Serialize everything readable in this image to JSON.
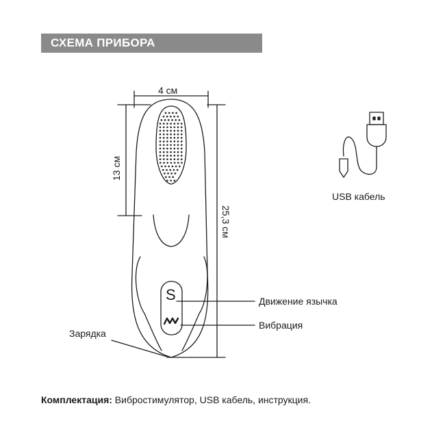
{
  "header": {
    "title": "СХЕМА ПРИБОРА"
  },
  "dimensions": {
    "width": "4 см",
    "head_length": "13 см",
    "total_length": "25,3 см"
  },
  "device": {
    "button_top_symbol": "S"
  },
  "callouts": {
    "tongue_motion": "Движение язычка",
    "vibration": "Вибрация",
    "charging": "Зарядка"
  },
  "usb": {
    "label": "USB кабель"
  },
  "footer": {
    "label": "Комплектация:",
    "text": " Вибростимулятор, USB кабель, инструкция."
  },
  "colors": {
    "header_bg": "#8a8a8a",
    "header_text": "#ffffff",
    "line": "#1a1a1a"
  }
}
